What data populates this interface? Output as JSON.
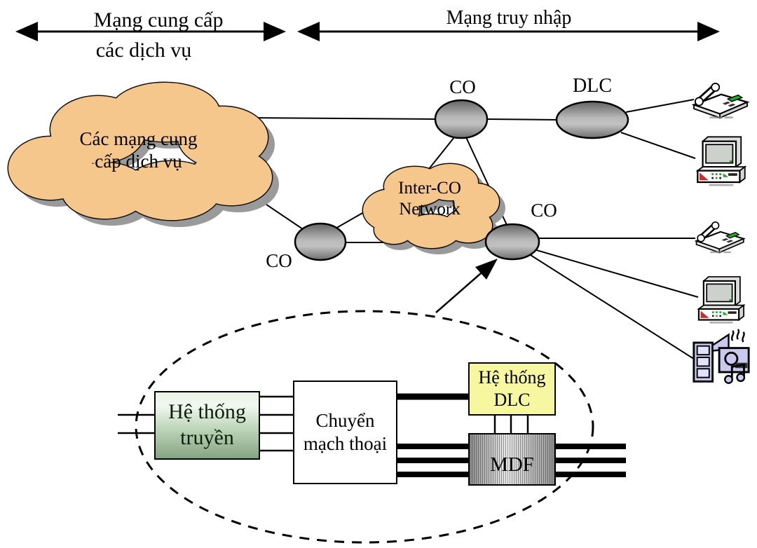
{
  "header": {
    "left_arrow_label_line1": "Mạng cung cấp",
    "left_arrow_label_line2": "các dịch vụ",
    "right_arrow_label": "Mạng truy nhập"
  },
  "network": {
    "service_cloud_line1": "Các mạng cung",
    "service_cloud_line2": "cấp dịch vụ",
    "inter_co_line1": "Inter-CO",
    "inter_co_line2": "Network",
    "co_top": "CO",
    "co_left": "CO",
    "co_right": "CO",
    "dlc": "DLC"
  },
  "inset": {
    "transmission_line1": "Hệ thống",
    "transmission_line2": "truyền",
    "switch_line1": "Chuyển",
    "switch_line2": "mạch thoại",
    "dlc_box_line1": "Hệ thống",
    "dlc_box_line2": "DLC",
    "mdf": "MDF"
  },
  "icons": {
    "phone_top": "telephone-icon",
    "computer_top": "desktop-computer-icon",
    "phone_right": "telephone-icon",
    "computer_right": "desktop-computer-icon",
    "music_system": "audio-system-icon"
  },
  "colors": {
    "cloud_fill": "#F6C78C",
    "cloud_outline": "#111111",
    "shadow": "#9A9A9A",
    "node_dark": "#5E5E5E",
    "node_light": "#C2C2C2",
    "dlc_box_fill": "#F7F6A1",
    "transmission_top": "#E9F2E5",
    "transmission_bottom": "#86A483",
    "line_color": "#000000"
  }
}
